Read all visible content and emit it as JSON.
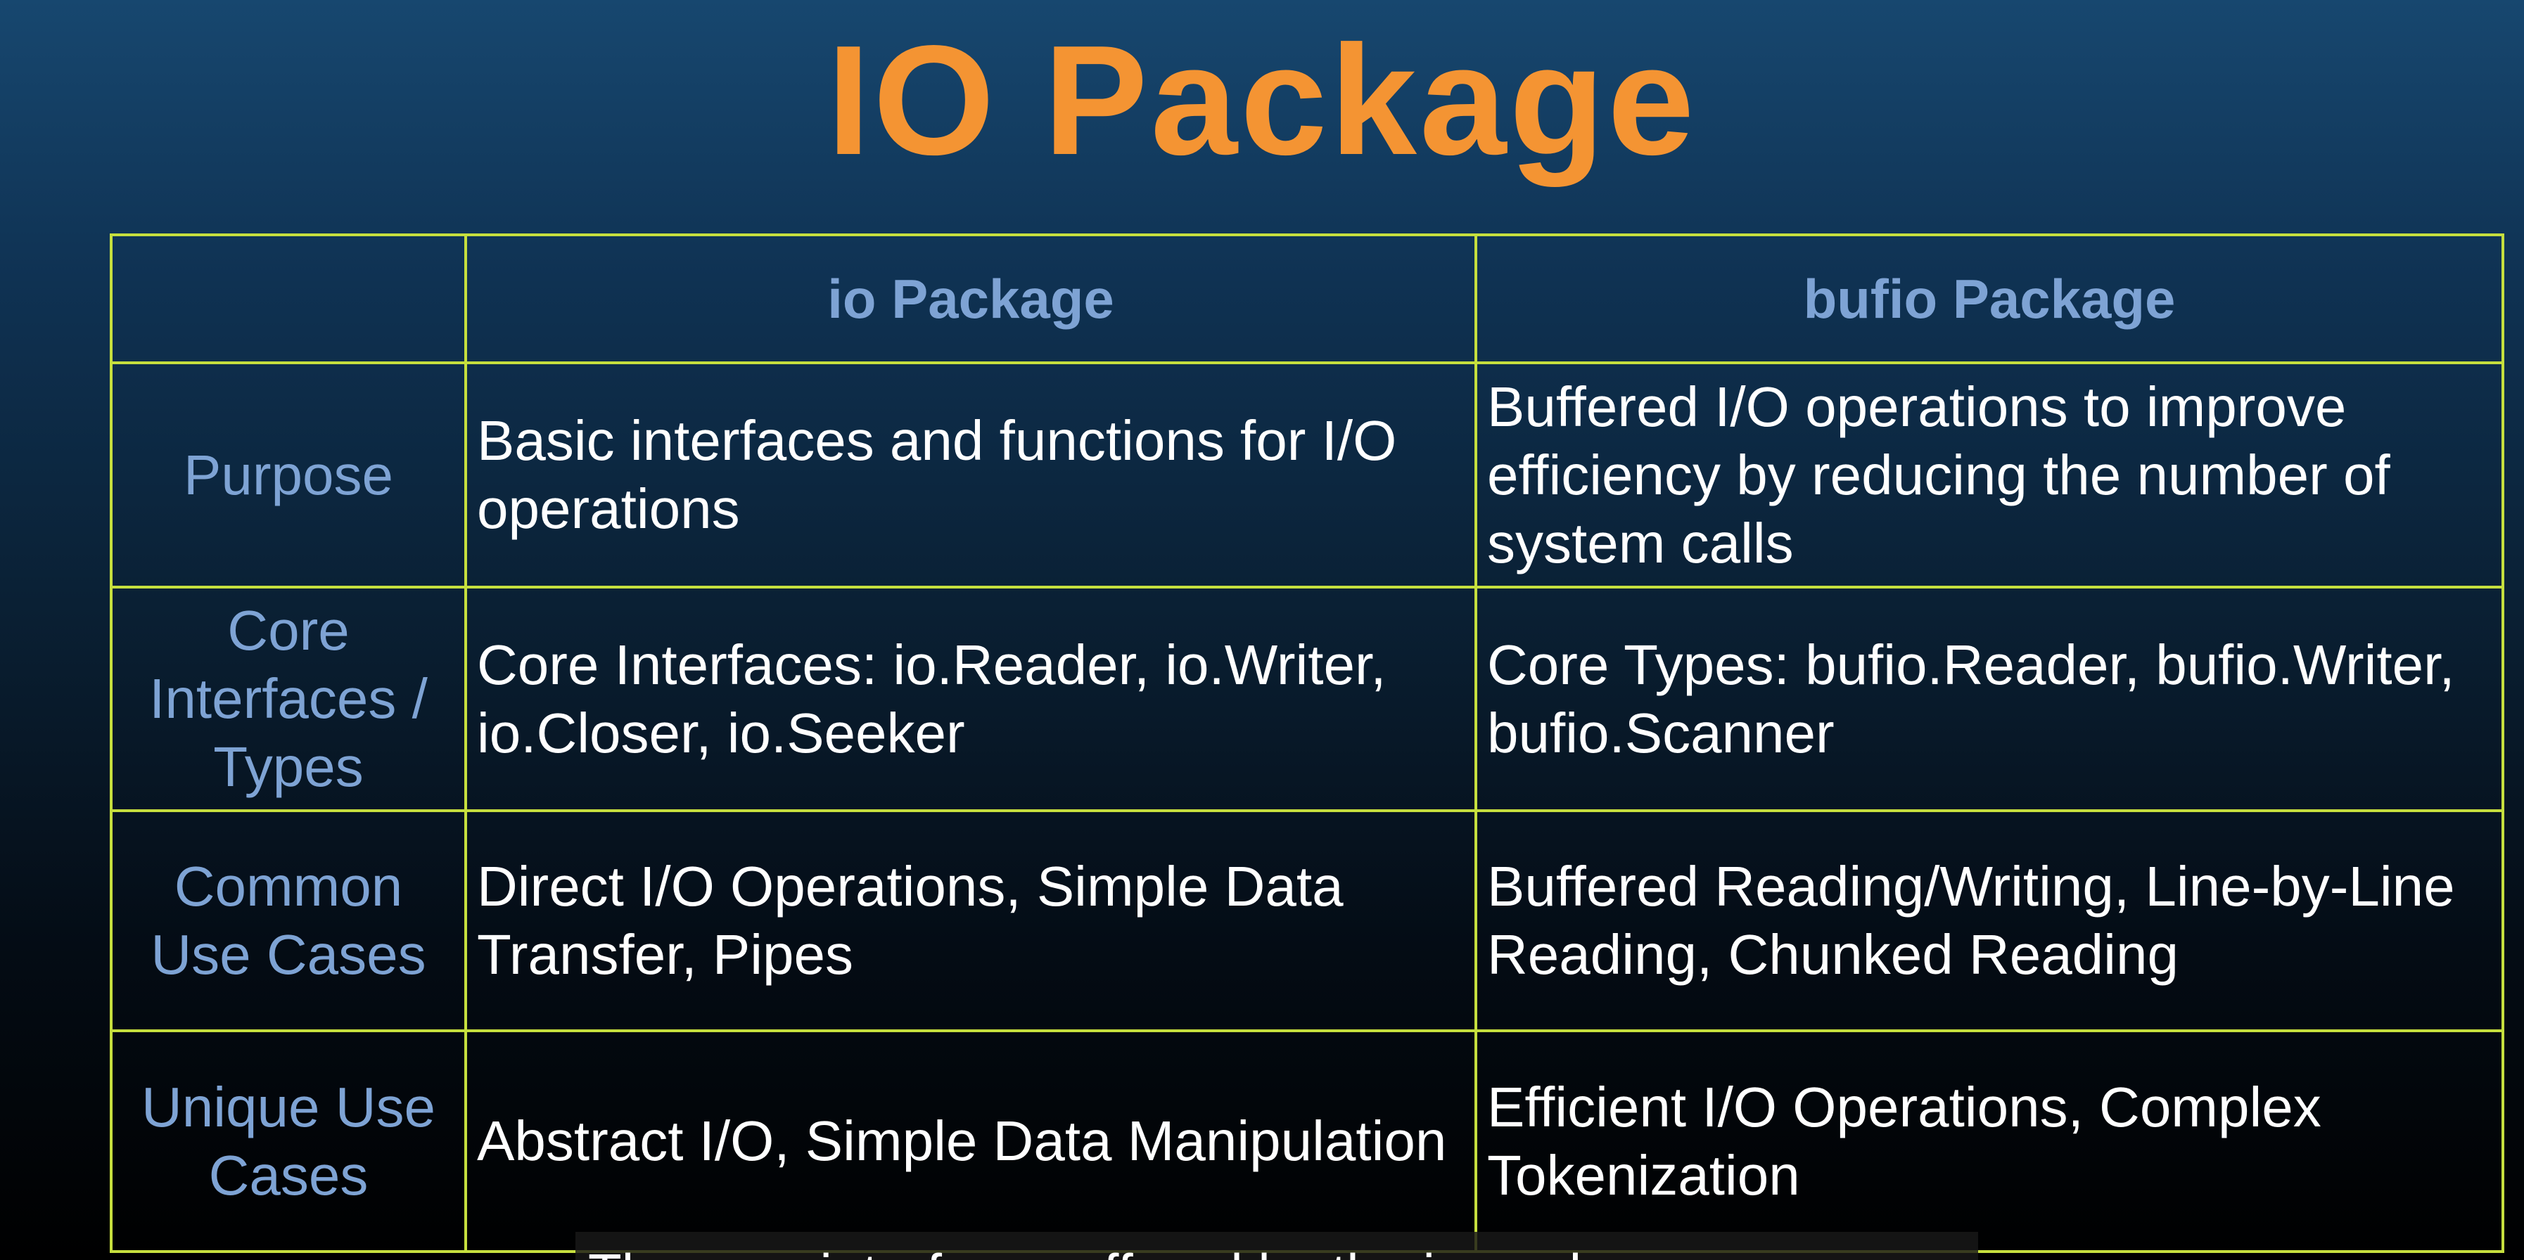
{
  "title": "IO Package",
  "table": {
    "headers": [
      "",
      "io Package",
      "bufio Package"
    ],
    "rows": [
      {
        "label": "Purpose",
        "io": "Basic interfaces and functions for I/O operations",
        "bufio": "Buffered I/O operations to improve efficiency by reducing the number of system calls"
      },
      {
        "label": "Core Interfaces / Types",
        "io": "Core Interfaces: io.Reader, io.Writer, io.Closer, io.Seeker",
        "bufio": "Core Types: bufio.Reader, bufio.Writer, bufio.Scanner"
      },
      {
        "label": "Common Use Cases",
        "io": "Direct I/O Operations, Simple Data Transfer, Pipes",
        "bufio": "Buffered Reading/Writing, Line-by-Line Reading, Chunked Reading"
      },
      {
        "label": "Unique Use Cases",
        "io": "Abstract I/O, Simple Data Manipulation",
        "bufio": "Efficient I/O Operations, Complex Tokenization"
      }
    ]
  },
  "caption": "The core interfaces offered by the io package",
  "colors": {
    "title": "#f49433",
    "header_text": "#7ea3d4",
    "grid": "#c6df3e",
    "cell_text": "#ffffff"
  }
}
